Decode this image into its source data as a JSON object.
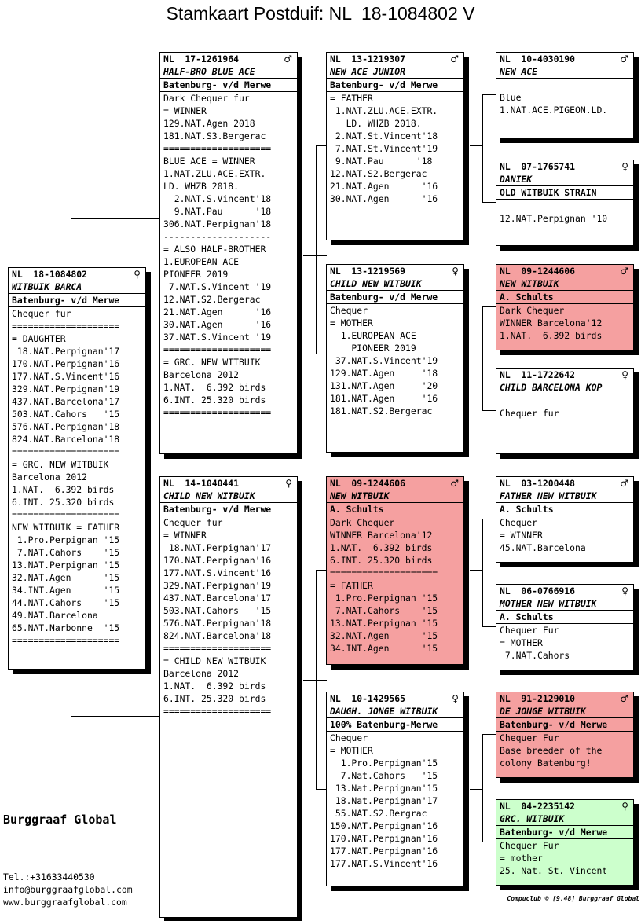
{
  "title": "Stamkaart Postduif: NL  18-1084802 V",
  "brand": "Burggraaf Global",
  "contact": [
    "Tel.:+31633440530",
    "info@burggraafglobal.com",
    "www.burggraafglobal.com"
  ],
  "footer": "Compuclub © [9.48]  Burggraaf Global",
  "colors": {
    "red": "#f5a0a0",
    "green": "#ccffcc"
  },
  "cards": [
    {
      "id": "subject",
      "color": "white",
      "ring": "NL  18-1084802",
      "sex": "♀",
      "name": "WITBUIK BARCA",
      "owner": "Batenburg- v/d Merwe",
      "lines": [
        "Chequer fur",
        "====================",
        "= DAUGHTER",
        " 18.NAT.Perpignan'17",
        "170.NAT.Perpignan'16",
        "177.NAT.S.Vincent'16",
        "329.NAT.Perpignan'19",
        "437.NAT.Barcelona'17",
        "503.NAT.Cahors   '15",
        "576.NAT.Perpignan'18",
        "824.NAT.Barcelona'18",
        "====================",
        "= GRC. NEW WITBUIK",
        "Barcelona 2012",
        "1.NAT.  6.392 birds",
        "6.INT. 25.320 birds",
        "====================",
        "NEW WITBUIK = FATHER",
        " 1.Pro.Perpignan '15",
        " 7.NAT.Cahors    '15",
        "13.NAT.Perpignan '15",
        "32.NAT.Agen      '15",
        "34.INT.Agen      '15",
        "44.NAT.Cahors    '15",
        "49.NAT.Barcelona",
        "65.NAT.Narbonne  '15",
        "===================="
      ]
    },
    {
      "id": "father",
      "color": "white",
      "ring": "NL  17-1261964",
      "sex": "♂",
      "name": "HALF-BRO BLUE ACE",
      "owner": "Batenburg- v/d Merwe",
      "lines": [
        "Dark Chequer fur",
        "= WINNER",
        "129.NAT.Agen 2018",
        "181.NAT.S3.Bergerac",
        "====================",
        "BLUE ACE = WINNER",
        "1.NAT.ZLU.ACE.EXTR.",
        "LD. WHZB 2018.",
        "  2.NAT.S.Vincent'18",
        "  9.NAT.Pau      '18",
        "306.NAT.Perpignan'18",
        "--------------------",
        "= ALSO HALF-BROTHER",
        "1.EUROPEAN ACE",
        "PIONEER 2019",
        " 7.NAT.S.Vincent '19",
        "12.NAT.S2.Bergerac",
        "21.NAT.Agen      '16",
        "30.NAT.Agen      '16",
        "37.NAT.S.Vincent '19",
        "====================",
        "= GRC. NEW WITBUIK",
        "Barcelona 2012",
        "1.NAT.  6.392 birds",
        "6.INT. 25.320 birds",
        "===================="
      ]
    },
    {
      "id": "mother",
      "color": "white",
      "ring": "NL  14-1040441",
      "sex": "♀",
      "name": "CHILD NEW WITBUIK",
      "owner": "Batenburg- v/d Merwe",
      "lines": [
        "Chequer fur",
        "= WINNER",
        " 18.NAT.Perpignan'17",
        "170.NAT.Perpignan'16",
        "177.NAT.S.Vincent'16",
        "329.NAT.Perpignan'19",
        "437.NAT.Barcelona'17",
        "503.NAT.Cahors   '15",
        "576.NAT.Perpignan'18",
        "824.NAT.Barcelona'18",
        "====================",
        "= CHILD NEW WITBUIK",
        "Barcelona 2012",
        "1.NAT.  6.392 birds",
        "6.INT. 25.320 birds",
        "===================="
      ]
    },
    {
      "id": "ff",
      "color": "white",
      "ring": "NL  13-1219307",
      "sex": "♂",
      "name": "NEW ACE JUNIOR",
      "owner": "Batenburg- v/d Merwe",
      "lines": [
        "= FATHER",
        " 1.NAT.ZLU.ACE.EXTR.",
        "   LD. WHZB 2018.",
        " 2.NAT.St.Vincent'18",
        " 7.NAT.St.Vincent'19",
        " 9.NAT.Pau      '18",
        "12.NAT.S2.Bergerac",
        "21.NAT.Agen      '16",
        "30.NAT.Agen      '16"
      ]
    },
    {
      "id": "fm",
      "color": "white",
      "ring": "NL  13-1219569",
      "sex": "♀",
      "name": "CHILD NEW WITBUIK",
      "owner": "Batenburg- v/d Merwe",
      "lines": [
        "Chequer",
        "= MOTHER",
        "  1.EUROPEAN ACE",
        "    PIONEER 2019",
        " 37.NAT.S.Vincent'19",
        "129.NAT.Agen     '18",
        "131.NAT.Agen     '20",
        "181.NAT.Agen     '16",
        "181.NAT.S2.Bergerac"
      ]
    },
    {
      "id": "mf",
      "color": "red",
      "ring": "NL  09-1244606",
      "sex": "♂",
      "name": "NEW WITBUIK",
      "owner": "A. Schults",
      "lines": [
        "Dark Chequer",
        "WINNER Barcelona'12",
        "1.NAT.  6.392 birds",
        "6.INT. 25.320 birds",
        "====================",
        "= FATHER",
        " 1.Pro.Perpignan '15",
        " 7.NAT.Cahors    '15",
        "13.NAT.Perpignan '15",
        "32.NAT.Agen      '15",
        "34.INT.Agen      '15"
      ]
    },
    {
      "id": "mm",
      "color": "white",
      "ring": "NL  10-1429565",
      "sex": "♀",
      "name": "DAUGH. JONGE WITBUIK",
      "owner": "100% Batenburg-Merwe",
      "lines": [
        "Chequer",
        "= MOTHER",
        "  1.Pro.Perpignan'15",
        "  7.Nat.Cahors   '15",
        " 13.Nat.Perpignan'15",
        " 18.Nat.Perpignan'17",
        " 55.NAT.S2.Bergrac",
        "150.NAT.Perpignan'16",
        "170.NAT.Perpignan'16",
        "177.NAT.Perpignan'16",
        "177.NAT.S.Vincent'16"
      ]
    },
    {
      "id": "fff",
      "color": "white",
      "ring": "NL  10-4030190",
      "sex": "♂",
      "name": "NEW ACE",
      "owner": "",
      "lines": [
        "",
        "Blue",
        "1.NAT.ACE.PIGEON.LD."
      ]
    },
    {
      "id": "ffm",
      "color": "white",
      "ring": "NL  07-1765741",
      "sex": "♀",
      "name": "DANIEK",
      "owner": "OLD WITBUIK STRAIN",
      "lines": [
        "",
        "12.NAT.Perpignan '10"
      ]
    },
    {
      "id": "fmf",
      "color": "red",
      "ring": "NL  09-1244606",
      "sex": "♂",
      "name": "NEW WITBUIK",
      "owner": "A. Schults",
      "lines": [
        "Dark Chequer",
        "WINNER Barcelona'12",
        "1.NAT.  6.392 birds"
      ]
    },
    {
      "id": "fmm",
      "color": "white",
      "ring": "NL  11-1722642",
      "sex": "♀",
      "name": "CHILD BARCELONA KOP",
      "owner": "",
      "lines": [
        "",
        "Chequer fur"
      ]
    },
    {
      "id": "mff",
      "color": "white",
      "ring": "NL  03-1200448",
      "sex": "♂",
      "name": "FATHER NEW WITBUIK",
      "owner": "A. Schults",
      "lines": [
        "Chequer",
        "= WINNER",
        "45.NAT.Barcelona"
      ]
    },
    {
      "id": "mfm",
      "color": "white",
      "ring": "NL  06-0766916",
      "sex": "♀",
      "name": "MOTHER NEW WITBUIK",
      "owner": "A. Schults",
      "lines": [
        "Chequer Fur",
        "= MOTHER",
        " 7.NAT.Cahors"
      ]
    },
    {
      "id": "mmf",
      "color": "red",
      "ring": "NL  91-2129010",
      "sex": "♂",
      "name": "DE JONGE WITBUIK",
      "owner": "Batenburg- v/d Merwe",
      "lines": [
        "Chequer Fur",
        "Base breeder of the",
        "colony Batenburg!"
      ]
    },
    {
      "id": "mmm",
      "color": "green",
      "ring": "NL  04-2235142",
      "sex": "♀",
      "name": "GRC. WITBUIK",
      "owner": "Batenburg- v/d Merwe",
      "lines": [
        "Chequer Fur",
        "= mother",
        "25. Nat. St. Vincent"
      ]
    }
  ]
}
